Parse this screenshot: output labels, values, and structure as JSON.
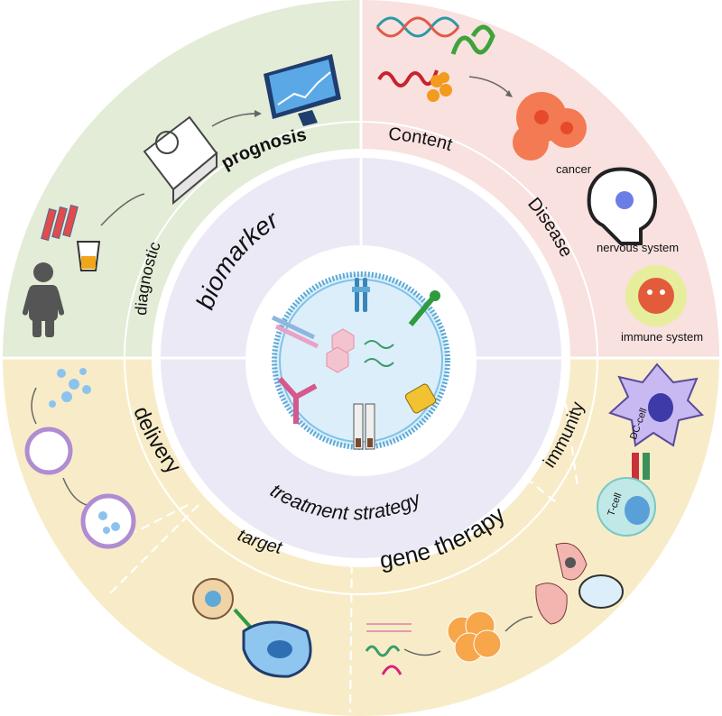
{
  "quadrants": {
    "top_left": {
      "title": "biomarker",
      "arc_labels": [
        "diagnostic",
        "prognosis"
      ],
      "icons": [
        "blood-tubes-icon",
        "urine-cup-icon",
        "patient-icon",
        "analyzer-machine-icon",
        "monitor-chart-icon"
      ]
    },
    "top_right": {
      "title": "Disease",
      "arc_labels": [
        "Content"
      ],
      "items": [
        "cancer",
        "nervous system",
        "immune system"
      ],
      "icons": [
        "dna-icon",
        "rna-icon",
        "protein-icon",
        "cancer-cell-icon",
        "brain-head-icon",
        "virus-icon"
      ]
    },
    "bottom": {
      "title": "treatment strategy",
      "arc_labels": [
        "delivery",
        "target",
        "gene therapy",
        "immunity"
      ],
      "cell_labels": {
        "dc": "DC-cell",
        "t": "T-cell"
      },
      "icons": [
        "exosome-icon",
        "vesicle-icon",
        "nanoparticle-icon",
        "target-cell-icon",
        "rna-strands-icon",
        "cell-cluster-icon",
        "organs-icon",
        "dc-cell-icon",
        "t-cell-icon"
      ]
    }
  },
  "colors": {
    "top_left": "#e2ecd6",
    "top_right": "#f8e1df",
    "bottom": "#f8ecc8",
    "inner": "#ebe9f6",
    "cell": "#dceef9"
  }
}
